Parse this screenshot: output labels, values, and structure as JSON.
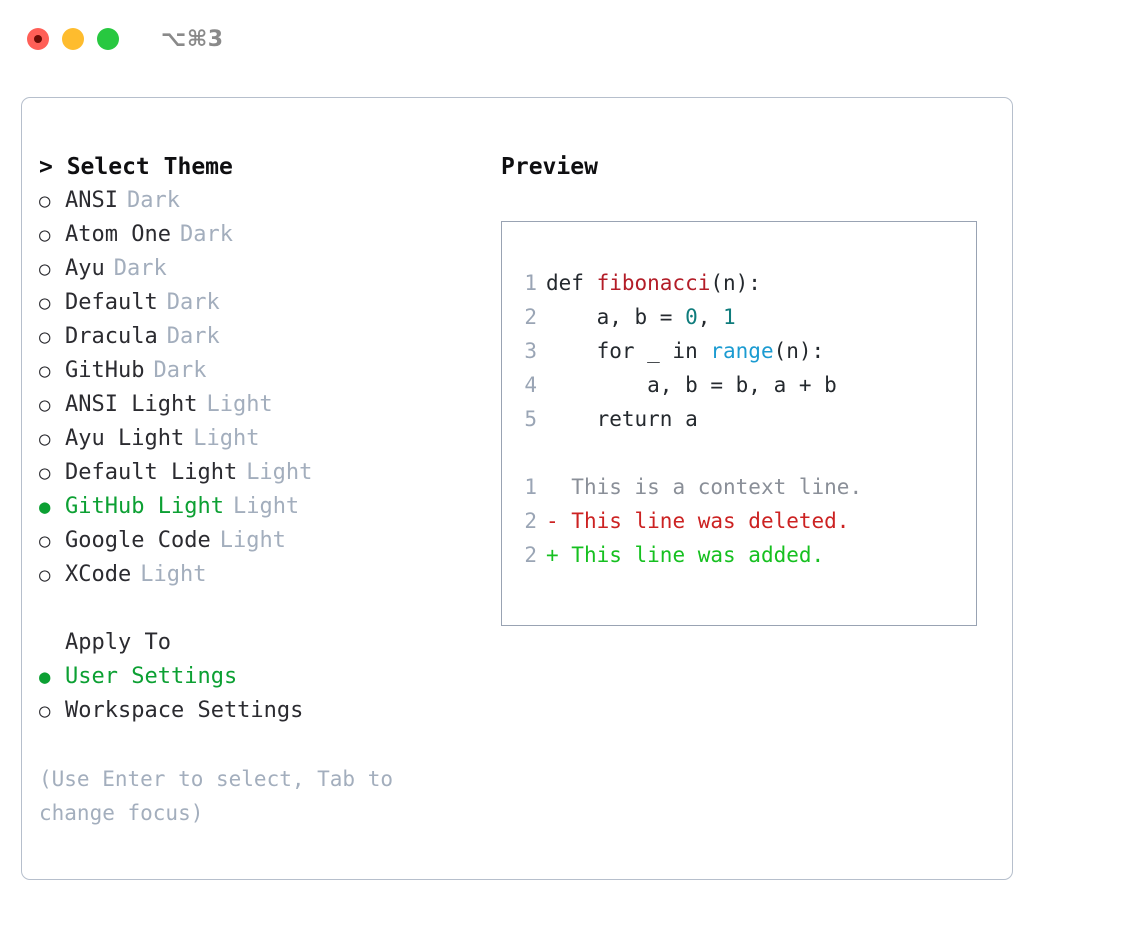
{
  "titlebar": {
    "shortcut": "⌥⌘3",
    "buttons": [
      {
        "name": "close",
        "color": "#ff5f57"
      },
      {
        "name": "minimize",
        "color": "#febc2e"
      },
      {
        "name": "maximize",
        "color": "#28c840"
      }
    ]
  },
  "theme_picker": {
    "header": "> Select Theme",
    "bullet_unselected": "○",
    "bullet_selected": "●",
    "items": [
      {
        "label": "ANSI",
        "suffix": "Dark",
        "selected": false
      },
      {
        "label": "Atom One",
        "suffix": "Dark",
        "selected": false
      },
      {
        "label": "Ayu",
        "suffix": "Dark",
        "selected": false
      },
      {
        "label": "Default",
        "suffix": "Dark",
        "selected": false
      },
      {
        "label": "Dracula",
        "suffix": "Dark",
        "selected": false
      },
      {
        "label": "GitHub",
        "suffix": "Dark",
        "selected": false
      },
      {
        "label": "ANSI Light",
        "suffix": "Light",
        "selected": false
      },
      {
        "label": "Ayu Light",
        "suffix": "Light",
        "selected": false
      },
      {
        "label": "Default Light",
        "suffix": "Light",
        "selected": false
      },
      {
        "label": "GitHub Light",
        "suffix": "Light",
        "selected": true
      },
      {
        "label": "Google Code",
        "suffix": "Light",
        "selected": false
      },
      {
        "label": "XCode",
        "suffix": "Light",
        "selected": false
      }
    ]
  },
  "apply_to": {
    "header": "Apply To",
    "options": [
      {
        "label": "User Settings",
        "selected": true
      },
      {
        "label": "Workspace Settings",
        "selected": false
      }
    ]
  },
  "hint": "(Use Enter to select, Tab to change focus)",
  "preview": {
    "title": "Preview",
    "code_lines": [
      {
        "num": "1",
        "tokens": [
          {
            "t": "def ",
            "c": "tok-def"
          },
          {
            "t": "fibonacci",
            "c": "tok-fn"
          },
          {
            "t": "(n):",
            "c": "tok-plain"
          }
        ]
      },
      {
        "num": "2",
        "tokens": [
          {
            "t": "    a, b = ",
            "c": "tok-plain"
          },
          {
            "t": "0",
            "c": "tok-num"
          },
          {
            "t": ", ",
            "c": "tok-plain"
          },
          {
            "t": "1",
            "c": "tok-num"
          }
        ]
      },
      {
        "num": "3",
        "tokens": [
          {
            "t": "    for _ in ",
            "c": "tok-kw"
          },
          {
            "t": "range",
            "c": "tok-builtin"
          },
          {
            "t": "(n):",
            "c": "tok-plain"
          }
        ]
      },
      {
        "num": "4",
        "tokens": [
          {
            "t": "        a, b = b, a + b",
            "c": "tok-plain"
          }
        ]
      },
      {
        "num": "5",
        "tokens": [
          {
            "t": "    return a",
            "c": "tok-plain"
          }
        ]
      }
    ],
    "diff_lines": [
      {
        "num": "1",
        "marker": "  ",
        "text": "This is a context line.",
        "kind": "diff-ctx"
      },
      {
        "num": "2",
        "marker": "- ",
        "text": "This line was deleted.",
        "kind": "diff-del"
      },
      {
        "num": "2",
        "marker": "+ ",
        "text": "This line was added.",
        "kind": "diff-add"
      }
    ]
  },
  "colors": {
    "accent_green": "#0ca033",
    "muted": "#a3aebd",
    "border": "#b6bfcc",
    "preview_border": "#99a3b3",
    "diff_add": "#16c020",
    "diff_del": "#cc2222",
    "fn_name": "#b31d28",
    "number": "#0f7c7c",
    "builtin": "#1b9bd1"
  }
}
